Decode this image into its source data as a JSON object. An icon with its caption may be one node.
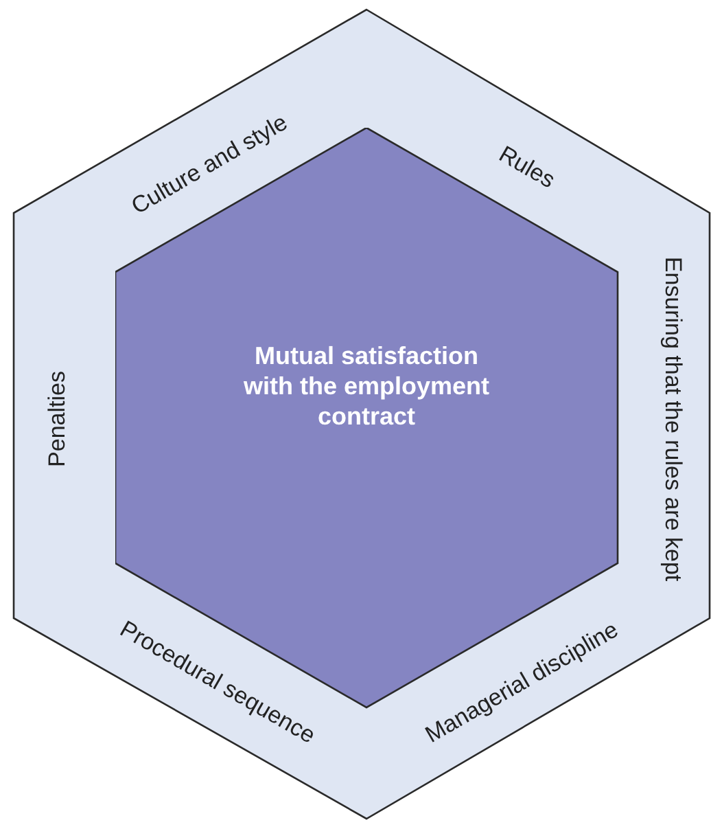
{
  "diagram": {
    "nodes": [
      {
        "text": [
          "Culture and style",
          "Rules",
          "Ensuring that the rules are kept",
          "Managerial discipline",
          "Procedural sequence",
          "Penalties"
        ]
      },
      {
        "text": [
          "Mutual satisfaction with the employment contract"
        ],
        "in": 0
      }
    ]
  }
}
